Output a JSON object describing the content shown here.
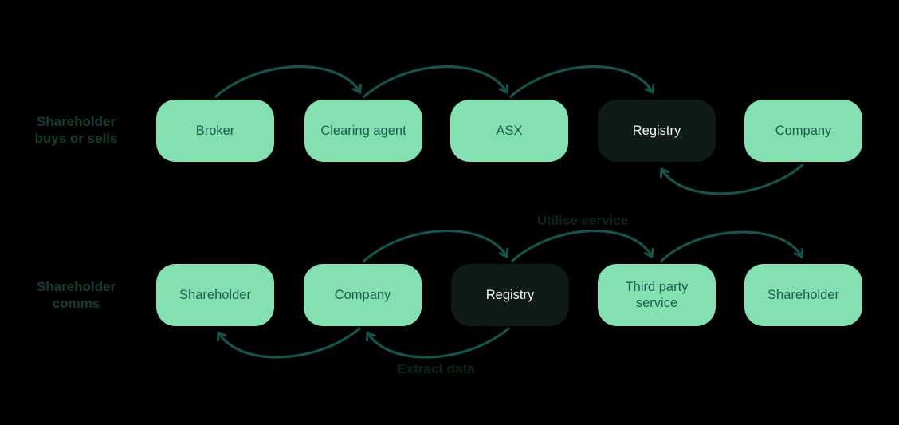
{
  "diagram": {
    "background": "#000000",
    "node_green_fill": "#84dfb1",
    "node_green_text": "#1b5d4e",
    "node_dark_fill": "#0e1b17",
    "node_dark_text": "#f5f7f6",
    "arrow_color": "#16544b",
    "row_label_color": "#153d36",
    "annotation_color": "#0c231e"
  },
  "rows": [
    {
      "label_lines": [
        "Shareholder",
        "buys or sells"
      ],
      "nodes": [
        {
          "label": "Broker",
          "variant": "green"
        },
        {
          "label": "Clearing agent",
          "variant": "green"
        },
        {
          "label": "ASX",
          "variant": "green"
        },
        {
          "label": "Registry",
          "variant": "dark"
        },
        {
          "label": "Company",
          "variant": "green"
        }
      ]
    },
    {
      "label_lines": [
        "Shareholder",
        "comms"
      ],
      "nodes": [
        {
          "label": "Shareholder",
          "variant": "green"
        },
        {
          "label": "Company",
          "variant": "green"
        },
        {
          "label": "Registry",
          "variant": "dark"
        },
        {
          "label": "Third party service",
          "variant": "green"
        },
        {
          "label": "Shareholder",
          "variant": "green"
        }
      ]
    }
  ],
  "annotations": {
    "utilise_service": "Utilise service",
    "extract_data": "Extract data"
  }
}
